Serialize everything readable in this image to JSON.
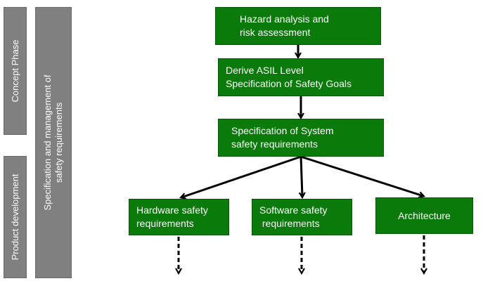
{
  "side_labels": {
    "concept_phase": "Concept Phase",
    "product_development": "Product development",
    "spec_management_line1": "Specification and management  of",
    "spec_management_line2": "safety requirements"
  },
  "nodes": {
    "hazard": {
      "line1": "Hazard analysis and",
      "line2": "risk assessment"
    },
    "asil": {
      "line1": "Derive ASIL Level",
      "line2": "Specification of Safety Goals"
    },
    "system": {
      "line1": "Specification of System",
      "line2": "safety requirements"
    },
    "hardware": {
      "line1": "Hardware safety",
      "line2": "requirements"
    },
    "software": {
      "line1": "Software safety",
      "line2": " requirements"
    },
    "architecture": {
      "label": "Architecture"
    }
  },
  "colors": {
    "node_fill": "#0a7a0a",
    "side_fill": "#808080",
    "arrow": "#000000"
  }
}
